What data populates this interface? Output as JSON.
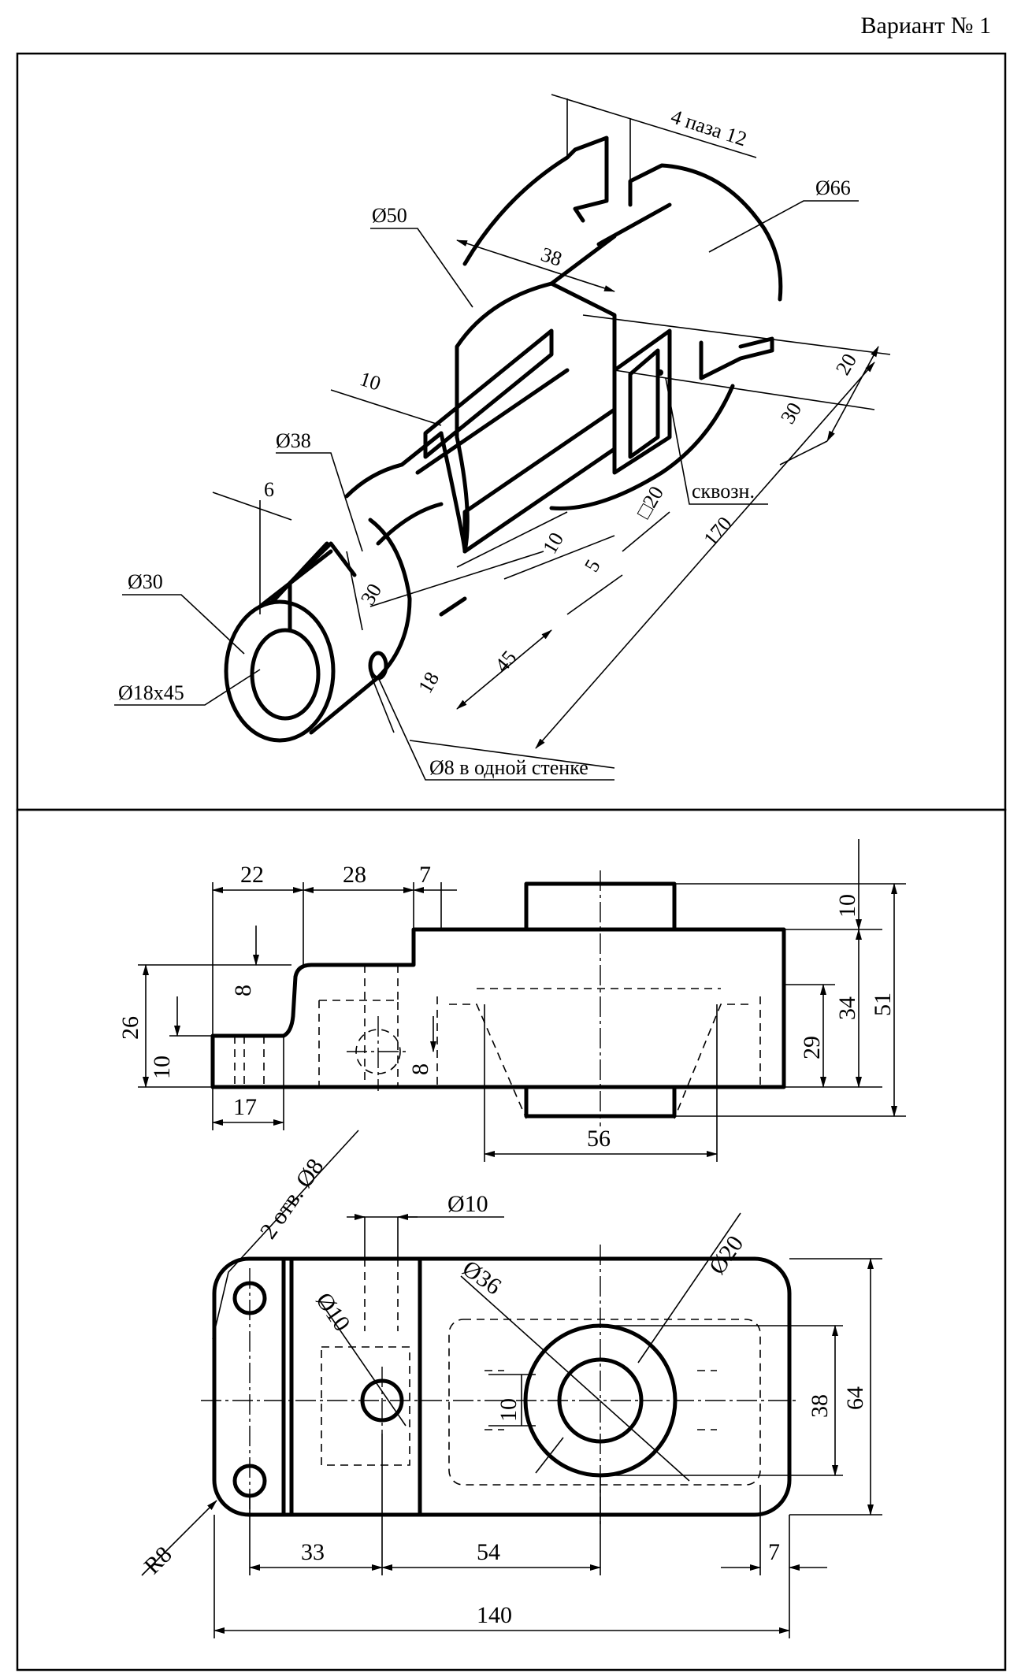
{
  "header": {
    "variant": "Вариант № 1"
  },
  "isometric": {
    "labels": {
      "slots": "4 паза 12",
      "d66": "Ø66",
      "d50": "Ø50",
      "len38": "38",
      "len10a": "10",
      "d38": "Ø38",
      "len6": "6",
      "d30": "Ø30",
      "len30": "30",
      "d18x45": "Ø18x45",
      "len10b": "10",
      "len5": "5",
      "sq20": "□20",
      "through": "сквозн.",
      "len20": "20",
      "len30b": "30",
      "len170": "170",
      "len45": "45",
      "len18": "18",
      "hole8": "Ø8 в одной стенке"
    }
  },
  "front_view": {
    "labels": {
      "d22": "22",
      "d28": "28",
      "d7": "7",
      "d10": "10",
      "d51": "51",
      "d34": "34",
      "d29": "29",
      "d26": "26",
      "d10b": "10",
      "d8a": "8",
      "d8b": "8",
      "d17": "17",
      "d56": "56"
    }
  },
  "top_view": {
    "labels": {
      "holes": "2 отв. Ø8",
      "d10top": "Ø10",
      "d20": "Ø20",
      "d36": "Ø36",
      "d10side": "Ø10",
      "d10slot": "10",
      "d38": "38",
      "d64": "64",
      "r8": "R8",
      "d33": "33",
      "d54": "54",
      "d7": "7",
      "d140": "140"
    }
  }
}
